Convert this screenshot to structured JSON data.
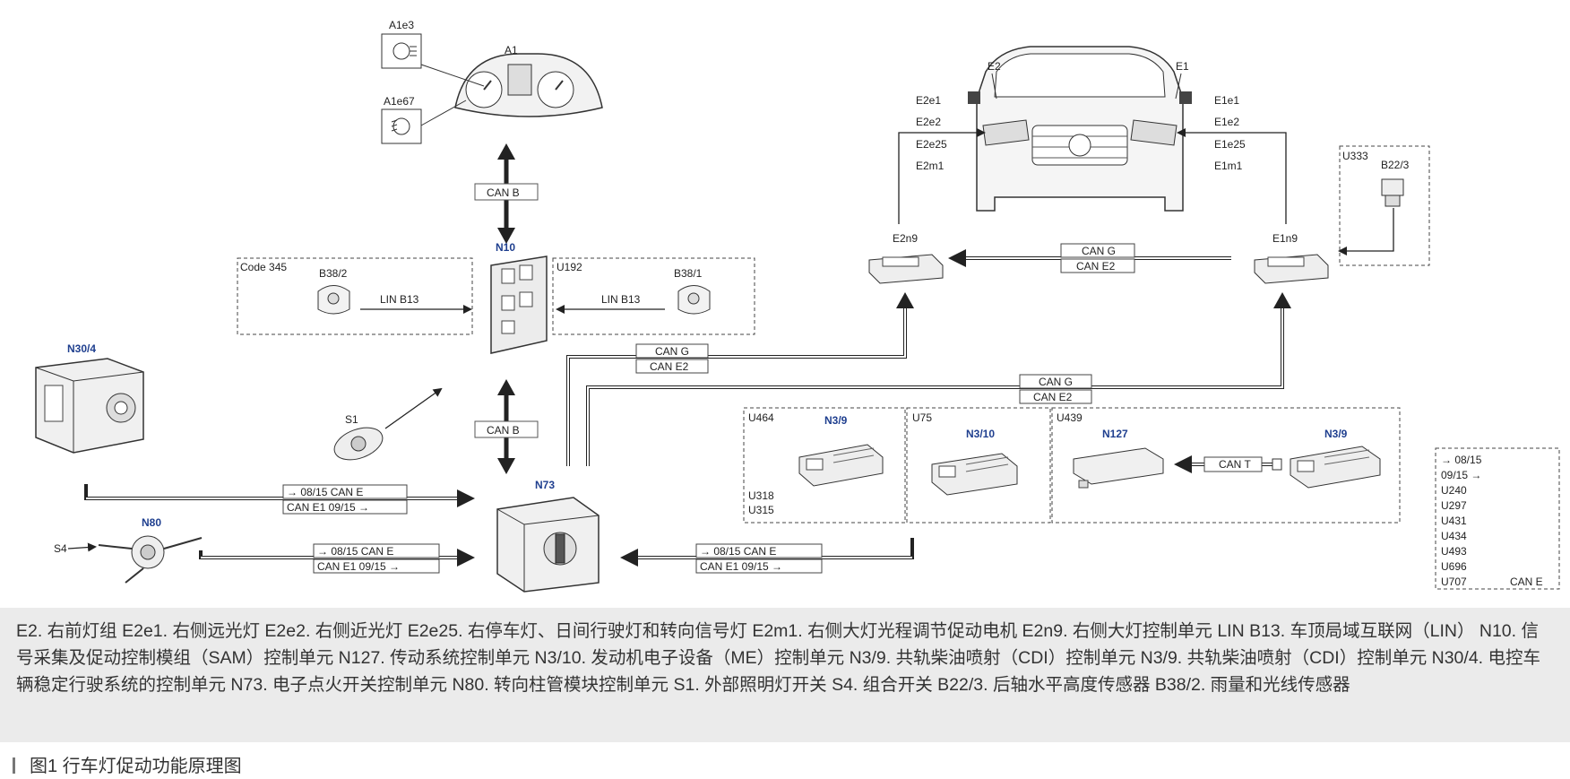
{
  "labels": {
    "a1e3": "A1e3",
    "a1": "A1",
    "a1e67": "A1e67",
    "n10": "N10",
    "code345": "Code 345",
    "u192": "U192",
    "b38_2": "B38/2",
    "b38_1": "B38/1",
    "n30_4": "N30/4",
    "s1": "S1",
    "n73": "N73",
    "n80": "N80",
    "s4": "S4",
    "e2": "E2",
    "e1": "E1",
    "e2e1": "E2e1",
    "e2e2": "E2e2",
    "e2e25": "E2e25",
    "e2m1": "E2m1",
    "e1e1": "E1e1",
    "e1e2": "E1e2",
    "e1e25": "E1e25",
    "e1m1": "E1m1",
    "e2n9": "E2n9",
    "e1n9": "E1n9",
    "u333": "U333",
    "b22_3": "B22/3",
    "u464": "U464",
    "n3_9a": "N3/9",
    "u318": "U318",
    "u315": "U315",
    "u75": "U75",
    "n3_10": "N3/10",
    "u439": "U439",
    "n127": "N127",
    "n3_9b": "N3/9"
  },
  "buses": {
    "can_b_top": "CAN B",
    "can_b_bottom": "CAN B",
    "lin_left": "LIN B13",
    "lin_right": "LIN B13",
    "can_g_top": "CAN G",
    "can_e2_top": "CAN E2",
    "can_g_mid": "CAN G",
    "can_e2_mid": "CAN E2",
    "can_g_low": "CAN G",
    "can_e2_low": "CAN E2",
    "can_t": "CAN T",
    "n30_top": "→ 08/15    CAN E",
    "n30_bot": "CAN E1   09/15 →",
    "n80_top": "→ 08/15    CAN E",
    "n80_bot": "CAN E1   09/15 →",
    "ecu_top": "→ 08/15    CAN E",
    "ecu_bot": "CAN E1   09/15 →"
  },
  "side_legend": {
    "lines": [
      "→ 08/15",
      "09/15 →",
      "U240",
      "U297",
      "U431",
      "U434",
      "U493",
      "U696",
      "U707"
    ],
    "can": "CAN E"
  },
  "legend_text": "E2. 右前灯组  E2e1. 右侧远光灯  E2e2. 右侧近光灯  E2e25. 右停车灯、日间行驶灯和转向信号灯  E2m1. 右侧大灯光程调节促动电机  E2n9. 右侧大灯控制单元  LIN  B13. 车顶局域互联网（LIN）  N10. 信号采集及促动控制模组（SAM）控制单元  N127. 传动系统控制单元  N3/10. 发动机电子设备（ME）控制单元  N3/9. 共轨柴油喷射（CDI）控制单元  N3/9. 共轨柴油喷射（CDI）控制单元  N30/4. 电控车辆稳定行驶系统的控制单元  N73. 电子点火开关控制单元  N80. 转向柱管模块控制单元  S1. 外部照明灯开关  S4. 组合开关  B22/3. 后轴水平高度传感器  B38/2. 雨量和光线传感器",
  "caption": "图1  行车灯促动功能原理图"
}
